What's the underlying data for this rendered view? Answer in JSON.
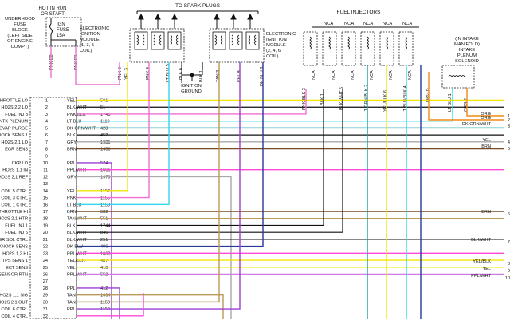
{
  "header": {
    "spark_plugs": "TO SPARK PLUGS",
    "fuel_injectors": "FUEL INJECTORS",
    "hot_run_start": [
      "HOT IN RUN",
      "OR START"
    ],
    "underhood_fuse_block": [
      "UNDERHOOD",
      "FUSE",
      "BLOCK",
      "(LEFT SIDE",
      "OF ENGINE",
      "COMPT)"
    ],
    "fuse_label": [
      "IGN",
      "FUSE",
      "15A"
    ],
    "module_135": [
      "ELECTRONIC",
      "IGNITION",
      "MODULE",
      "(1, 3, 5",
      "COIL)"
    ],
    "module_246": [
      "ELECTRONIC",
      "IGNITION",
      "MODULE",
      "(2, 4, 6",
      "COIL)"
    ],
    "intake_solenoid": [
      "(IN INTAKE",
      "MANIFOLD)",
      "INTAKE",
      "PLENUM",
      "SOLENOID"
    ],
    "ignition_ground": [
      "IGNITION",
      "GROUND"
    ]
  },
  "fuse_pins": [
    "PNK E8",
    "PNK F8"
  ],
  "module135_pins": [
    "PNK 2",
    "YEL 3",
    "PNK 4",
    "LT BLU 5",
    "BLK 6"
  ],
  "module246_pins": [
    "BLK 1",
    "TAN 3",
    "PPL 4",
    "DK BLU 6"
  ],
  "nca_labels": [
    "NCA",
    "NCA",
    "NCA",
    "NCA",
    "NCA",
    "NCA"
  ],
  "injector_pins": [
    "PNK/BLK 3",
    "BLK 1",
    "BLK/WHT 5",
    "LT GRN/BLK 2",
    "YEL/BLK 6",
    "LT BLU/BLK 4",
    "ORG B"
  ],
  "solenoid_pins": [
    "LT BLU 1",
    "ORG 2"
  ],
  "pcm_pins": [
    {
      "n": "1",
      "fn": "THROTTLE LO",
      "color": "YEL",
      "circuit": "591"
    },
    {
      "n": "2",
      "fn": "HO2S 2,2 LO",
      "color": "BLK/WHT",
      "circuit": "51"
    },
    {
      "n": "3",
      "fn": "FUEL INJ 3",
      "color": "PNK/BLK",
      "circuit": "1746"
    },
    {
      "n": "4",
      "fn": "INTK PLENUM",
      "color": "LT BLU",
      "circuit": "1110"
    },
    {
      "n": "5",
      "fn": "EVAP PURGE",
      "color": "DK GRN/WHT",
      "circuit": "428"
    },
    {
      "n": "6",
      "fn": "KNOCK SENS 1",
      "color": "BLK",
      "circuit": "452"
    },
    {
      "n": "7",
      "fn": "HO2S 2,1 LO",
      "color": "GRY",
      "circuit": "1981"
    },
    {
      "n": "8",
      "fn": "EGR SENS",
      "color": "BRN",
      "circuit": "1456"
    },
    {
      "n": "9",
      "fn": "",
      "color": "",
      "circuit": ""
    },
    {
      "n": "10",
      "fn": "CKP LO",
      "color": "PPL",
      "circuit": "574"
    },
    {
      "n": "11",
      "fn": "HO2S 1,1 IN",
      "color": "PPL/WHT",
      "circuit": "1666"
    },
    {
      "n": "12",
      "fn": "HO2S 2,1 REF",
      "color": "GRY",
      "circuit": "1979"
    },
    {
      "n": "13",
      "fn": "",
      "color": "",
      "circuit": ""
    },
    {
      "n": "14",
      "fn": "COIL 5 CTRL",
      "color": "YEL",
      "circuit": "1157"
    },
    {
      "n": "15",
      "fn": "COIL 3 CTRL",
      "color": "PNK",
      "circuit": "1155"
    },
    {
      "n": "16",
      "fn": "COIL 1 CTRL",
      "color": "LT BLU",
      "circuit": "1153"
    },
    {
      "n": "17",
      "fn": "THROTTLE HI",
      "color": "BRN",
      "circuit": "582"
    },
    {
      "n": "18",
      "fn": "HO2S 2,1 HTR",
      "color": "TAN/WHT",
      "circuit": "551"
    },
    {
      "n": "19",
      "fn": "FUEL INJ 1",
      "color": "BLK",
      "circuit": "1744"
    },
    {
      "n": "20",
      "fn": "FUEL INJ 5",
      "color": "BLK/WHT",
      "circuit": "846"
    },
    {
      "n": "21",
      "fn": "EGR SOL CTRL",
      "color": "BLK/WHT",
      "circuit": "251"
    },
    {
      "n": "22",
      "fn": "KNOCK SENS",
      "color": "DK BLU",
      "circuit": "496"
    },
    {
      "n": "23",
      "fn": "HO2S 1,2 HI",
      "color": "PPL/WHT",
      "circuit": "1668"
    },
    {
      "n": "24",
      "fn": "TPS SENS 1",
      "color": "YEL/BLK",
      "circuit": "487"
    },
    {
      "n": "25",
      "fn": "ECT SENS",
      "color": "YEL",
      "circuit": "410"
    },
    {
      "n": "26",
      "fn": "SENSOR RTN",
      "color": "PPL/WHT",
      "circuit": "552"
    },
    {
      "n": "27",
      "fn": "",
      "color": "",
      "circuit": ""
    },
    {
      "n": "28",
      "fn": "",
      "color": "PPL",
      "circuit": "412"
    },
    {
      "n": "29",
      "fn": "HO2S 1,1 SIG",
      "color": "TAN",
      "circuit": "1664"
    },
    {
      "n": "30",
      "fn": "HO2S 2,1 OUT",
      "color": "TAN",
      "circuit": "1158"
    },
    {
      "n": "31",
      "fn": "COIL 6 CTRL",
      "color": "PPL",
      "circuit": "1159"
    },
    {
      "n": "32",
      "fn": "COIL 4 CTRL",
      "color": "",
      "circuit": ""
    }
  ],
  "right_outputs": [
    {
      "label": "ORG",
      "n": "1"
    },
    {
      "label": "ORG",
      "n": "2"
    },
    {
      "label": "DK GRN/WHT",
      "n": "3"
    },
    {
      "label": "YEL",
      "n": "4"
    },
    {
      "label": "BRN",
      "n": "5"
    },
    {
      "label": "BRN",
      "n": "6"
    },
    {
      "label": "BLK/WHT",
      "n": "7"
    },
    {
      "label": "YEL/BLK",
      "n": "8"
    },
    {
      "label": "YEL",
      "n": "9"
    },
    {
      "label": "PPL/WHT",
      "n": "10"
    }
  ],
  "wire_colors": {
    "yellow": "#f2e600",
    "black": "#111111",
    "pink": "#f06fd0",
    "light_blue": "#33d6ea",
    "dark_green_white": "#1aa0a0",
    "gray": "#a8a8a8",
    "brown": "#7a4b22",
    "purple": "#9b3fd6",
    "purple_white": "#d07ae8",
    "tan": "#b99a58",
    "orange": "#f28a12",
    "dark_blue": "#243a9a",
    "magenta": "#ff4ad8"
  }
}
